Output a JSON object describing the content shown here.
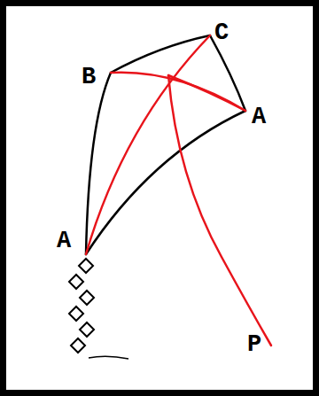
{
  "diagram": {
    "labels": [
      "C",
      "B",
      "A",
      "A",
      "P"
    ]
  }
}
